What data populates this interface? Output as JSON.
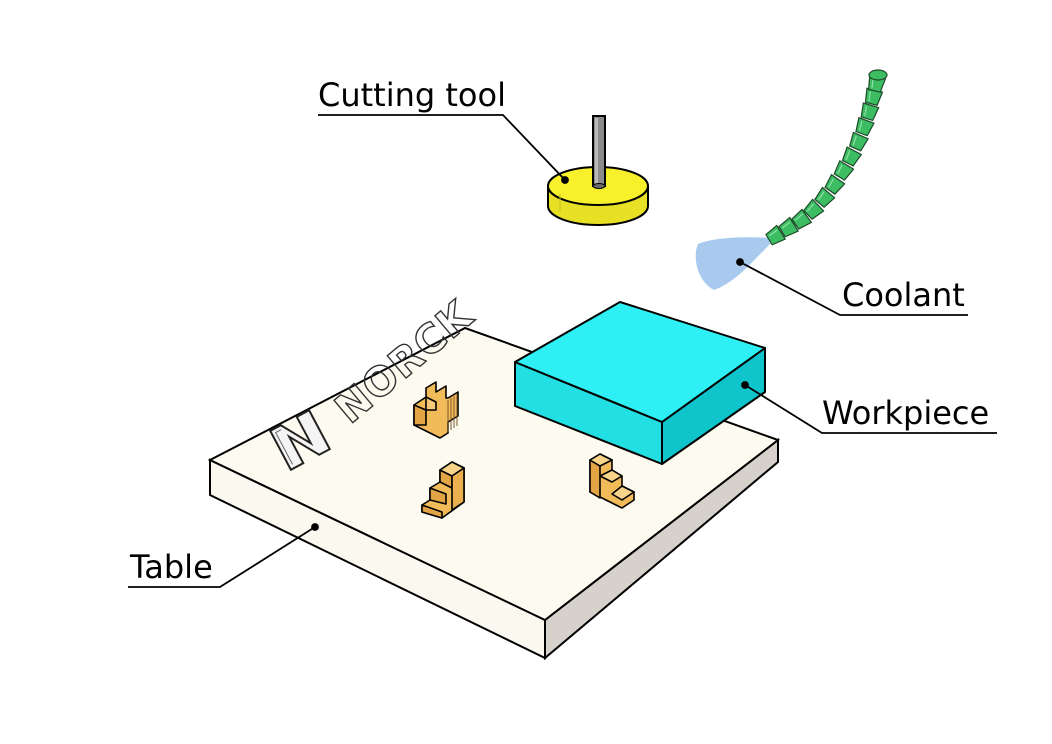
{
  "diagram": {
    "logo": {
      "text": "NORCK"
    },
    "labels": {
      "cutting_tool": "Cutting tool",
      "coolant": "Coolant",
      "workpiece": "Workpiece",
      "table": "Table"
    },
    "colors": {
      "table_top": "#fdfaf0",
      "table_side": "#d6d2cb",
      "workpiece_top": "#22e8ec",
      "workpiece_side": "#10c4cc",
      "tool_disc": "#f7f02a",
      "tool_shank": "#8a8a8a",
      "clamp": "#f2bb5a",
      "coolant_nozzle": "#3dbd62",
      "coolant_spray": "#a9c9ee"
    }
  }
}
